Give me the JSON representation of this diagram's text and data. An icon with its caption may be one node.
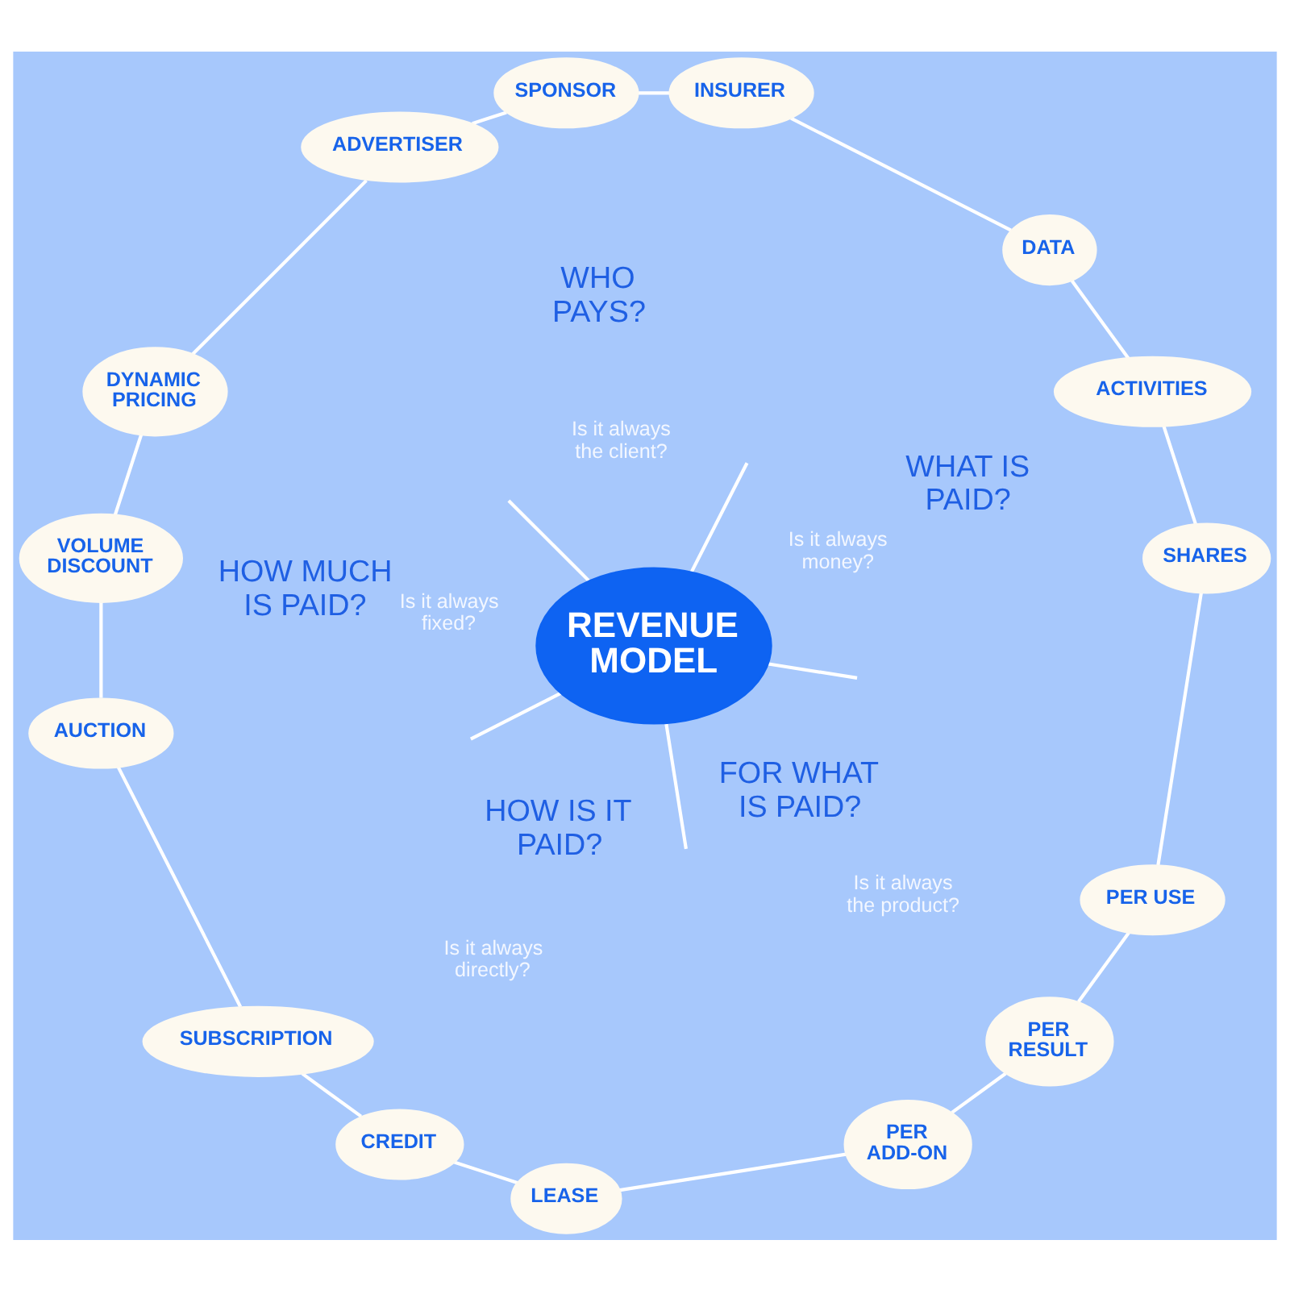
{
  "diagram": {
    "nodes": [
      {
        "text": [
          "REVENUE MODEL"
        ]
      },
      {
        "text": [
          "SPONSOR"
        ]
      },
      {
        "text": [
          "INSURER"
        ]
      },
      {
        "text": [
          "DATA"
        ]
      },
      {
        "text": [
          "ACTIVITIES"
        ]
      },
      {
        "text": [
          "SHARES"
        ]
      },
      {
        "text": [
          "PER USE"
        ]
      },
      {
        "text": [
          "PER RESULT"
        ]
      },
      {
        "text": [
          "PER ADD-ON"
        ]
      },
      {
        "text": [
          "LEASE"
        ]
      },
      {
        "text": [
          "CREDIT"
        ]
      },
      {
        "text": [
          "SUBSCRIPTION"
        ]
      },
      {
        "text": [
          "AUCTION"
        ]
      },
      {
        "text": [
          "VOLUME DISCOUNT"
        ]
      },
      {
        "text": [
          "DYNAMIC PRICING"
        ]
      },
      {
        "text": [
          "ADVERTISER"
        ]
      }
    ],
    "edges": [
      {
        "from": 1,
        "to": 2,
        "arrow": "none"
      },
      {
        "from": 2,
        "to": 3,
        "arrow": "none"
      },
      {
        "from": 3,
        "to": 4,
        "arrow": "none"
      },
      {
        "from": 4,
        "to": 5,
        "arrow": "none"
      },
      {
        "from": 5,
        "to": 6,
        "arrow": "none"
      },
      {
        "from": 6,
        "to": 7,
        "arrow": "none"
      },
      {
        "from": 7,
        "to": 8,
        "arrow": "none"
      },
      {
        "from": 8,
        "to": 9,
        "arrow": "none"
      },
      {
        "from": 9,
        "to": 10,
        "arrow": "none"
      },
      {
        "from": 10,
        "to": 11,
        "arrow": "none"
      },
      {
        "from": 11,
        "to": 12,
        "arrow": "none"
      },
      {
        "from": 12,
        "to": 13,
        "arrow": "none"
      },
      {
        "from": 13,
        "to": 14,
        "arrow": "none"
      },
      {
        "from": 14,
        "to": 15,
        "arrow": "none"
      },
      {
        "from": 15,
        "to": 1,
        "arrow": "none"
      },
      {
        "from": 0,
        "to": null,
        "arrow": "none"
      },
      {
        "from": 0,
        "to": null,
        "arrow": "none"
      },
      {
        "from": 0,
        "to": null,
        "arrow": "none"
      },
      {
        "from": 0,
        "to": null,
        "arrow": "none"
      },
      {
        "from": 0,
        "to": null,
        "arrow": "none"
      }
    ],
    "labels": [
      "WHO PAYS?",
      "Is it always the client?",
      "HOW MUCH IS PAID?",
      "WHAT IS PAID?",
      "Is it always fixed?",
      "Is it always money?",
      "HOW IS IT PAID?",
      "FOR WHAT IS PAID?",
      "Is it always directly?",
      "Is it always the product?"
    ]
  }
}
